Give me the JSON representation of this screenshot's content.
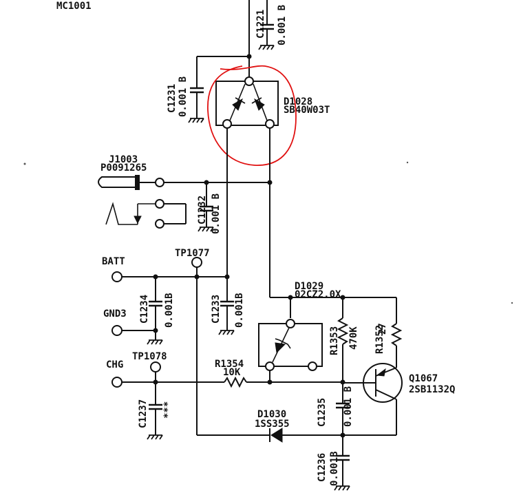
{
  "labels": {
    "mc1001": "MC1001",
    "c1221": "C1221",
    "c1221_val": "0.001 B",
    "c1231": "C1231",
    "c1231_val": "0.001 B",
    "d1028": "D1028",
    "d1028_part": "SB40W03T",
    "j1003": "J1003",
    "j1003_part": "P0091265",
    "c1232": "C1232",
    "c1232_val": "0.001 B",
    "batt": "BATT",
    "tp1077": "TP1077",
    "c1234": "C1234",
    "c1234_val": "0.001B",
    "c1233": "C1233",
    "c1233_val": "0.001B",
    "d1029": "D1029",
    "d1029_part": "02CZ2.0X",
    "gnd3": "GND3",
    "r1353": "R1353",
    "r1353_val": "470K",
    "r1352": "R1352",
    "r1352_val": "27",
    "chg": "CHG",
    "tp1078": "TP1078",
    "r1354": "R1354",
    "r1354_val": "10K",
    "q1067": "Q1067",
    "q1067_part": "2SB1132Q",
    "c1237": "C1237",
    "c1237_val": "***",
    "d1030": "D1030",
    "d1030_part": "1SS355",
    "c1235": "C1235",
    "c1235_val": "0.001 B",
    "c1236": "C1236",
    "c1236_val": "0.001B"
  },
  "colors": {
    "ink": "#111111",
    "highlight": "#e01010"
  }
}
